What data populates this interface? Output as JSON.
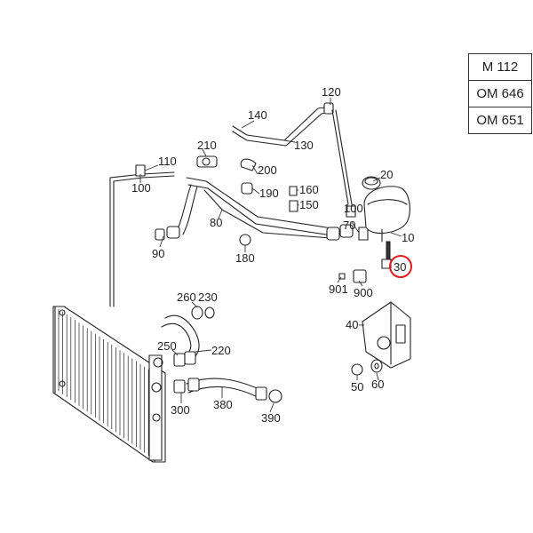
{
  "engine_variants": [
    "M 112",
    "OM 646",
    "OM 651"
  ],
  "callouts": [
    {
      "key": "120",
      "text": "120"
    },
    {
      "key": "140",
      "text": "140"
    },
    {
      "key": "130",
      "text": "130"
    },
    {
      "key": "210",
      "text": "210"
    },
    {
      "key": "110",
      "text": "110"
    },
    {
      "key": "200",
      "text": "200"
    },
    {
      "key": "20",
      "text": "20"
    },
    {
      "key": "100a",
      "text": "100"
    },
    {
      "key": "190",
      "text": "190"
    },
    {
      "key": "160",
      "text": "160"
    },
    {
      "key": "150",
      "text": "150"
    },
    {
      "key": "100b",
      "text": "100"
    },
    {
      "key": "80",
      "text": "80"
    },
    {
      "key": "70",
      "text": "70"
    },
    {
      "key": "10",
      "text": "10"
    },
    {
      "key": "90",
      "text": "90"
    },
    {
      "key": "180",
      "text": "180"
    },
    {
      "key": "30",
      "text": "30"
    },
    {
      "key": "901",
      "text": "901"
    },
    {
      "key": "900",
      "text": "900"
    },
    {
      "key": "260",
      "text": "260"
    },
    {
      "key": "230",
      "text": "230"
    },
    {
      "key": "40",
      "text": "40"
    },
    {
      "key": "250",
      "text": "250"
    },
    {
      "key": "220",
      "text": "220"
    },
    {
      "key": "50",
      "text": "50"
    },
    {
      "key": "60",
      "text": "60"
    },
    {
      "key": "300",
      "text": "300"
    },
    {
      "key": "380",
      "text": "380"
    },
    {
      "key": "390",
      "text": "390"
    }
  ],
  "highlighted_callout": "30",
  "colors": {
    "highlight": "#e31b1b",
    "line": "#222222",
    "background": "#ffffff"
  }
}
